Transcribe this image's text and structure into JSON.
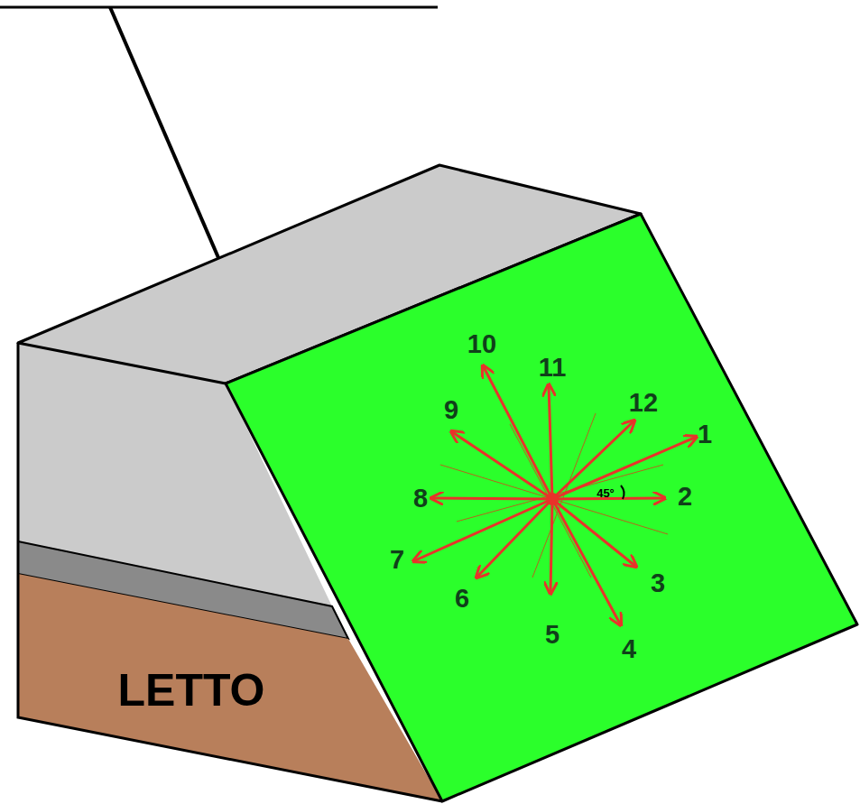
{
  "diagram": {
    "labels": [
      "10",
      "11",
      "9",
      "12",
      "1",
      "8",
      "45°",
      "2",
      "7",
      "3",
      "6",
      "5",
      "4",
      "LETTO"
    ]
  }
}
